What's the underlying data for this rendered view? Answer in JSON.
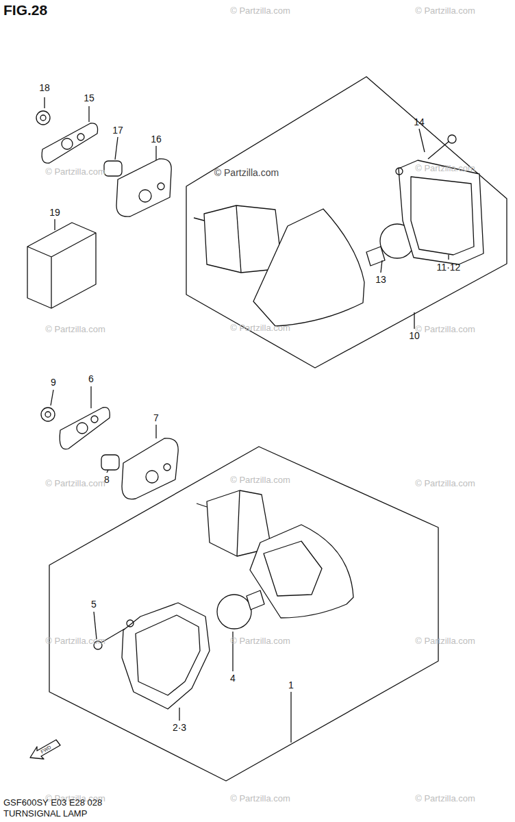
{
  "diagram": {
    "title": "FIG.28",
    "caption": "GSF600SY E03 E28 028",
    "labels": [
      "18",
      "15",
      "17",
      "16",
      "19",
      "14",
      "11·12",
      "13",
      "10",
      "9",
      "6",
      "7",
      "8",
      "5",
      "4",
      "1",
      "2·3",
      "TURNSIGNAL LAMP",
      "FWD",
      "© Partzilla.com",
      "© Partzilla.com",
      "© Partzilla.com",
      "© Partzilla.com",
      "© Partzilla.com",
      "© Partzilla.com",
      "© Partzilla.com",
      "© Partzilla.com",
      "© Partzilla.com",
      "© Partzilla.com",
      "© Partzilla.com",
      "© Partzilla.com",
      "© Partzilla.com",
      "© Partzilla.com",
      "© Partzilla.com",
      "© Partzilla.com",
      "© Partzilla.com"
    ]
  }
}
